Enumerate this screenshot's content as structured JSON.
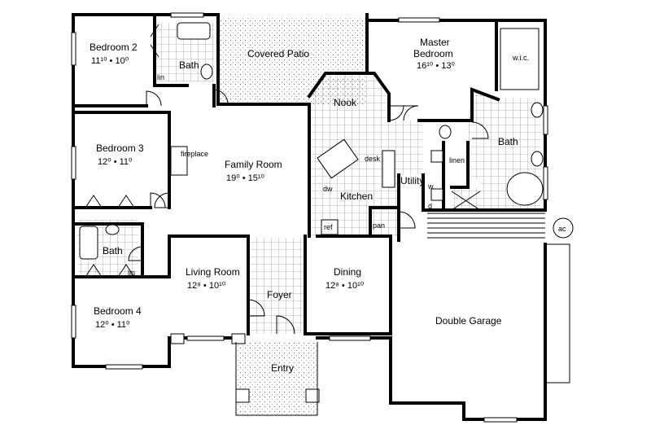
{
  "rooms": {
    "bedroom2": {
      "name": "Bedroom 2",
      "dims": "11¹⁰ • 10⁰"
    },
    "bath_top": {
      "name": "Bath"
    },
    "lin_top": {
      "name": "lin"
    },
    "covered_patio": {
      "name": "Covered Patio"
    },
    "master": {
      "name_line1": "Master",
      "name_line2": "Bedroom",
      "dims": "16¹⁰ • 13⁰"
    },
    "wic": {
      "name": "w.i.c."
    },
    "nook": {
      "name": "Nook"
    },
    "bedroom3": {
      "name": "Bedroom 3",
      "dims": "12⁰ • 11⁰"
    },
    "fireplace": {
      "name": "fireplace"
    },
    "family": {
      "name": "Family Room",
      "dims": "19⁰ • 15¹⁰"
    },
    "desk": {
      "name": "desk"
    },
    "kitchen": {
      "name": "Kitchen"
    },
    "dw": {
      "name": "dw"
    },
    "ref": {
      "name": "ref"
    },
    "pan": {
      "name": "pan"
    },
    "utility": {
      "name": "Utility"
    },
    "w": {
      "name": "w"
    },
    "d": {
      "name": "d"
    },
    "linen": {
      "name": "linen"
    },
    "master_bath": {
      "name": "Bath"
    },
    "ac": {
      "name": "ac"
    },
    "bath_left": {
      "name": "Bath"
    },
    "lin_left": {
      "name": "lin"
    },
    "living": {
      "name": "Living Room",
      "dims": "12⁸ • 10¹⁰"
    },
    "foyer": {
      "name": "Foyer"
    },
    "dining": {
      "name": "Dining",
      "dims": "12⁸ • 10¹⁰"
    },
    "garage": {
      "name": "Double Garage"
    },
    "bedroom4": {
      "name": "Bedroom 4",
      "dims": "12⁰ • 11⁰"
    },
    "entry": {
      "name": "Entry"
    }
  }
}
